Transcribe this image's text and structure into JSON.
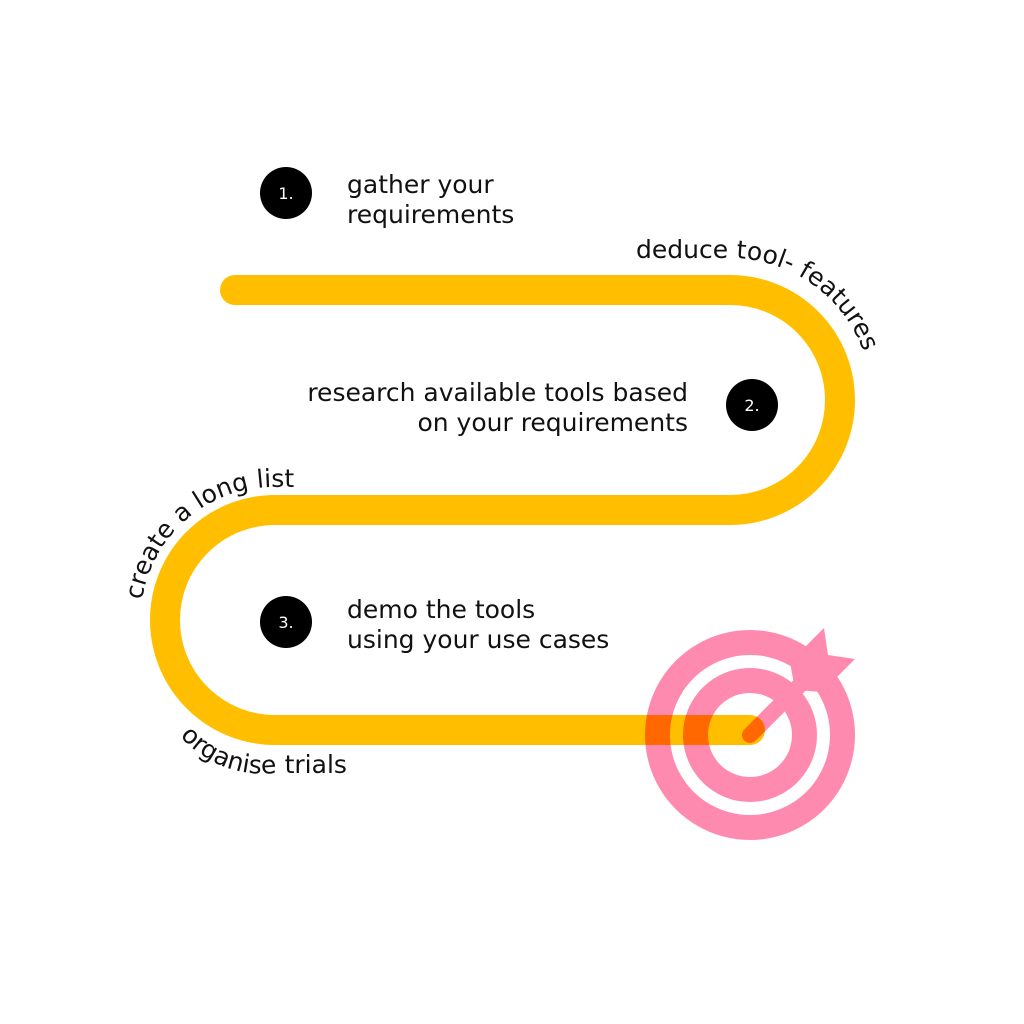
{
  "colors": {
    "path": "#FFBF00",
    "target": "#FF8AB0",
    "badge": "#000000"
  },
  "steps": [
    {
      "number": "1.",
      "lines": [
        "gather your",
        "requirements"
      ]
    },
    {
      "number": "2.",
      "lines": [
        "research available tools based",
        "on your requirements"
      ]
    },
    {
      "number": "3.",
      "lines": [
        "demo the tools",
        "using your use cases"
      ]
    }
  ],
  "curve_labels": {
    "top_right": "deduce tool- features",
    "left": "create a long list",
    "bottom": "organise trials"
  }
}
